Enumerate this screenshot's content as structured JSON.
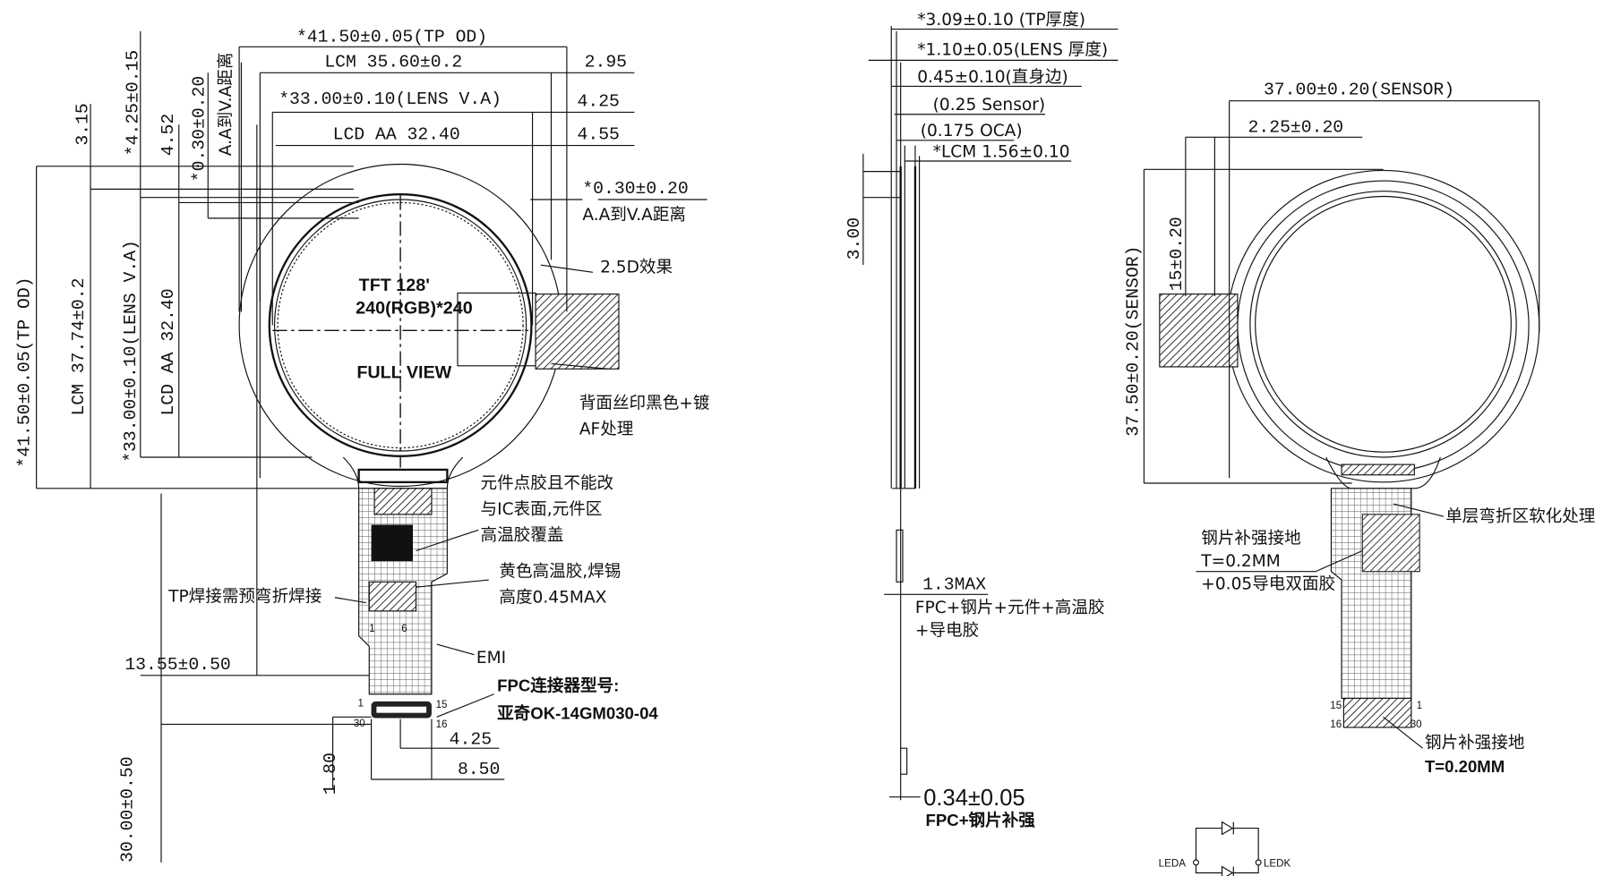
{
  "front_view": {
    "dims_top": {
      "tp_od": "*41.50±0.05(TP OD)",
      "lcm": "LCM 35.60±0.2",
      "lens_va": "*33.00±0.10(LENS V.A)",
      "lcd_aa": "LCD AA 32.40"
    },
    "dims_right": {
      "d1": "2.95",
      "d2": "4.25",
      "d3": "4.55",
      "aa_va": "*0.30±0.20",
      "aa_va_note": "A.A到V.A距离"
    },
    "dims_left_top": {
      "d1": "3.15",
      "d2": "*4.25±0.15",
      "d3": "4.52",
      "d4": "*0.30±0.20",
      "d5": "A.A到V.A距离"
    },
    "dims_left": {
      "tp_od": "*41.50±0.05(TP OD)",
      "lcm": "LCM 37.74±0.2",
      "lens_va": "*33.00±0.10(LENS V.A)",
      "lcd_aa": "LCD AA 32.40"
    },
    "center": {
      "line1": "TFT 128'",
      "line2": "240(RGB)*240",
      "line3": "FULL VIEW"
    },
    "notes": {
      "effect_25d": "2.5D效果",
      "back_print_1": "背面丝印黑色+镀",
      "back_print_2": "AF处理",
      "glue_1": "元件点胶且不能改",
      "glue_2": "与IC表面,元件区",
      "glue_3": "高温胶覆盖",
      "yellow_1": "黄色高温胶,焊锡",
      "yellow_2": "高度0.45MAX",
      "tp_weld": "TP焊接需预弯折焊接",
      "emi": "EMI",
      "connector_title": "FPC连接器型号:",
      "connector_model": "亚奇OK-14GM030-04"
    },
    "dims_bottom": {
      "offset": "13.55±0.50",
      "pitch": "4.25",
      "width": "8.50",
      "height": "1.80",
      "length": "30.00±0.50"
    },
    "pins": {
      "p1": "1",
      "p30": "30",
      "p15": "15",
      "p16": "16",
      "f1": "1",
      "f6": "6"
    }
  },
  "side_view": {
    "tp": "*3.09±0.10 (TP厚度)",
    "lens": "*1.10±0.05(LENS 厚度)",
    "straight": "0.45±0.10(直身边)",
    "sensor": "(0.25 Sensor)",
    "oca": "(0.175 OCA)",
    "lcm": "*LCM 1.56±0.10",
    "d300": "3.00",
    "max": "1.3MAX",
    "stack_1": "FPC+钢片+元件+高温胶",
    "stack_2": "+导电胶",
    "fpc_thk": "0.34±0.05",
    "fpc_note": "FPC+钢片补强"
  },
  "back_view": {
    "sensor_w": "37.00±0.20(SENSOR)",
    "offset": "2.25±0.20",
    "sensor_h": "37.50±0.20(SENSOR)",
    "tab": "15±0.20",
    "bend": "单层弯折区软化处理",
    "steel_1": "钢片补强接地",
    "steel_2": "T=0.2MM",
    "steel_3": "+0.05导电双面胶",
    "steel_b1": "钢片补强接地",
    "steel_b2": "T=0.20MM",
    "pins": {
      "p15": "15",
      "p1": "1",
      "p16": "16",
      "p30": "30"
    }
  },
  "led": {
    "anode": "LEDA",
    "cathode": "LEDK"
  }
}
